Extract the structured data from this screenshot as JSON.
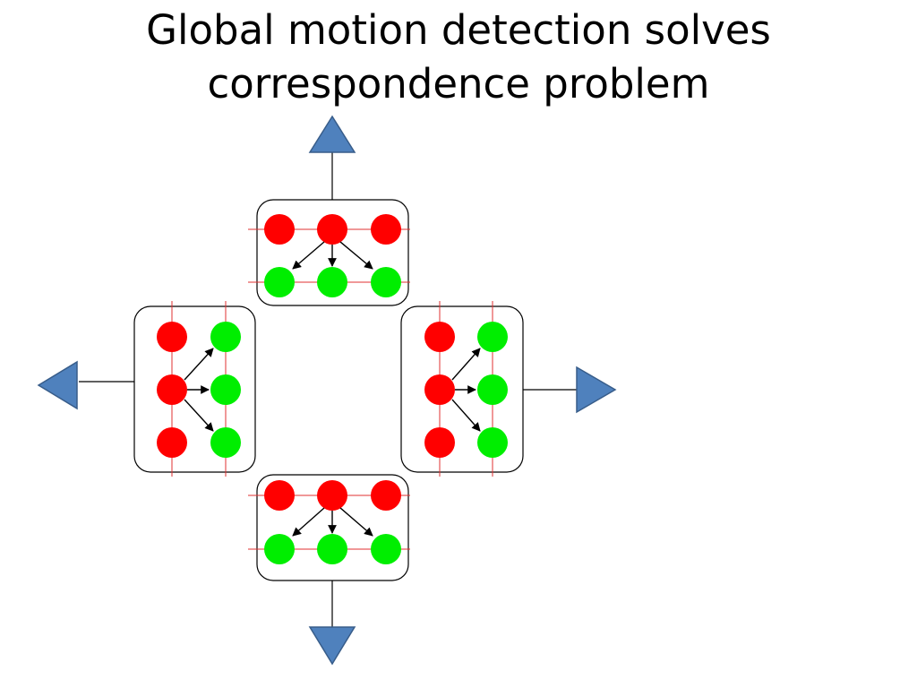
{
  "slide": {
    "title_line_1": "Global motion detection solves",
    "title_line_2": "correspondence problem"
  },
  "diagram": {
    "colors": {
      "source_dot": "#ff0000",
      "target_dot": "#00ee00",
      "guide_line": "#e03030",
      "box_stroke": "#000000",
      "arrow": "#000000",
      "direction_marker": "#4f81bd",
      "direction_marker_stroke": "#385d8a"
    },
    "detectors": [
      {
        "name": "up",
        "orientation": "horizontal",
        "label": ""
      },
      {
        "name": "left",
        "orientation": "vertical",
        "label": ""
      },
      {
        "name": "right",
        "orientation": "vertical",
        "label": ""
      },
      {
        "name": "down",
        "orientation": "horizontal",
        "label": ""
      }
    ],
    "direction_markers": [
      "triangle-up-icon",
      "triangle-left-icon",
      "triangle-right-icon",
      "triangle-down-icon"
    ]
  }
}
